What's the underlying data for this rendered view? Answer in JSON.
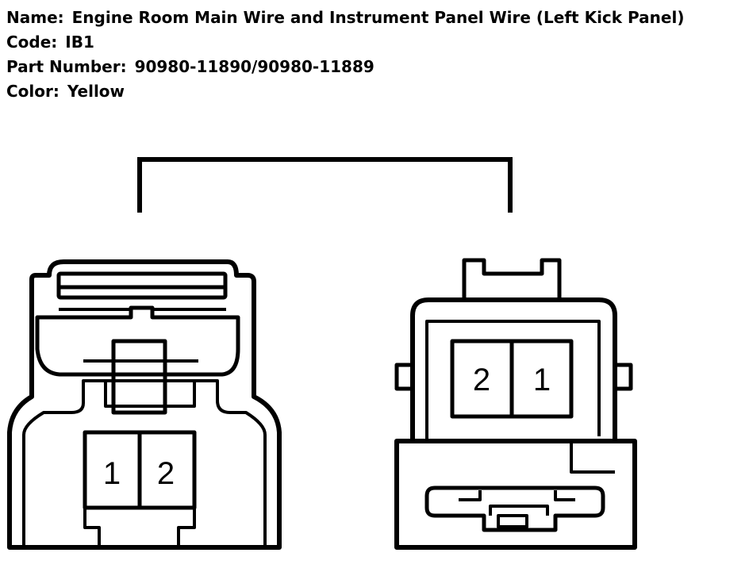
{
  "header": {
    "name_label": "Name:",
    "name_value": "Engine Room Main Wire and Instrument Panel Wire (Left Kick Panel)",
    "code_label": "Code:",
    "code_value": "IB1",
    "part_label": "Part Number:",
    "part_value": "90980-11890/90980-11889",
    "color_label": "Color:",
    "color_value": "Yellow"
  },
  "connectors": {
    "left": {
      "pins": [
        "1",
        "2"
      ]
    },
    "right": {
      "pins": [
        "2",
        "1"
      ]
    }
  }
}
